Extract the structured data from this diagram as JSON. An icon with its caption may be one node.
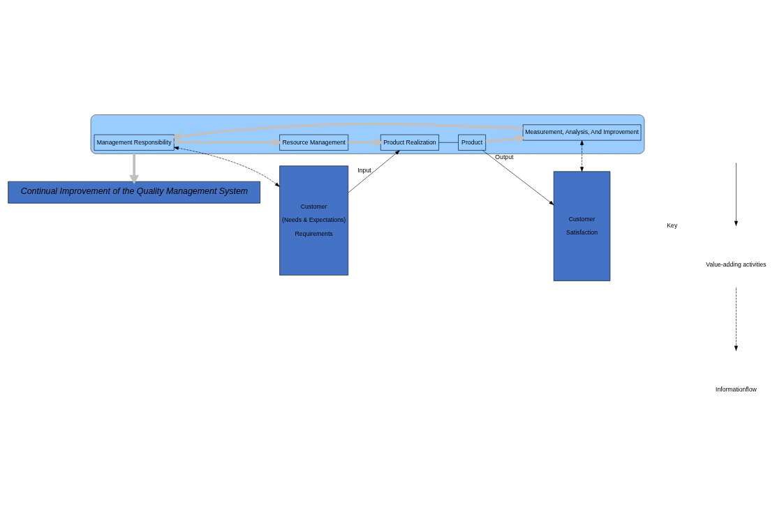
{
  "diagram": {
    "nodes": [
      {
        "text": [
          "Continual Improvement of the Quality Management System"
        ]
      },
      {
        "text": [
          "Customer",
          "(Needs & Expectations)",
          "Requirements"
        ]
      },
      {
        "text": [],
        "shape": "ellipse"
      },
      {
        "text": [
          "Management Responsibility"
        ],
        "in": 2
      },
      {
        "text": [
          "Resource Management"
        ],
        "in": 2
      },
      {
        "text": [
          "Measurement, Analysis, And Improvement"
        ],
        "in": 2
      },
      {
        "text": [
          "Product Realization"
        ],
        "in": 2
      },
      {
        "text": [
          "Product"
        ],
        "in": 2
      },
      {
        "text": [
          "Customer",
          "Satisfaction"
        ]
      }
    ],
    "edges": [
      {
        "from": 1,
        "to": 3,
        "arrow": "both",
        "style": "dashed"
      },
      {
        "from": 3,
        "to": 4,
        "arrow": "to",
        "style": "thick",
        "color": "#c0c0c0"
      },
      {
        "from": 4,
        "to": 6,
        "arrow": "to",
        "style": "thick",
        "color": "#c0c0c0"
      },
      {
        "from": 7,
        "to": 5,
        "arrow": "to",
        "style": "thick",
        "color": "#c0c0c0"
      },
      {
        "from": 5,
        "to": 3,
        "arrow": "to",
        "style": "thick",
        "color": "#c0c0c0"
      },
      {
        "from": 2,
        "to": 0,
        "arrow": "to",
        "style": "thick",
        "color": "#c0c0c0"
      },
      {
        "from": 1,
        "to": 6,
        "label": "Input",
        "arrow": "to"
      },
      {
        "from": 6,
        "to": 7,
        "arrow": "none"
      },
      {
        "from": 7,
        "to": 8,
        "label": "Output",
        "arrow": "to"
      },
      {
        "from": 5,
        "to": 8,
        "arrow": "both",
        "style": "dashed"
      }
    ],
    "labels": [
      "Key"
    ],
    "legend": [
      {
        "text": "Value-adding activities"
      },
      {
        "text": "Informationflow"
      }
    ]
  }
}
